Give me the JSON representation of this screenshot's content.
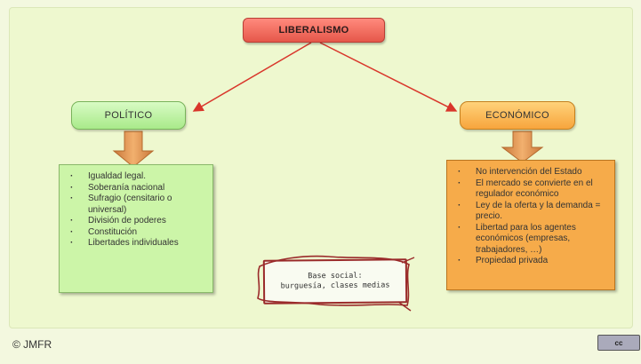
{
  "diagram": {
    "root": "LIBERALISMO",
    "branches": [
      {
        "title": "POLÍTICO",
        "items": [
          "Igualdad legal.",
          "Soberanía nacional",
          "Sufragio (censitario o universal)",
          "División de poderes",
          "Constitución",
          "Libertades individuales"
        ]
      },
      {
        "title": "ECONÓMICO",
        "items": [
          "No intervención del Estado",
          "El mercado se convierte en el regulador económico",
          "Ley de la oferta y la demanda = precio.",
          "Libertad para los agentes económicos (empresas, trabajadores, …)",
          "Propiedad privada"
        ]
      }
    ],
    "note": {
      "line1": "Base social:",
      "line2": "burguesía, clases medias"
    }
  },
  "footer": {
    "copyright": "© JMFR",
    "license_badge": "cc"
  },
  "colors": {
    "root": "#e6574a",
    "politico": "#a9ea8a",
    "economico": "#f7a53d",
    "arrow": "#d9362b",
    "down_arrow": "#e2954d",
    "background": "#eef8cf"
  }
}
